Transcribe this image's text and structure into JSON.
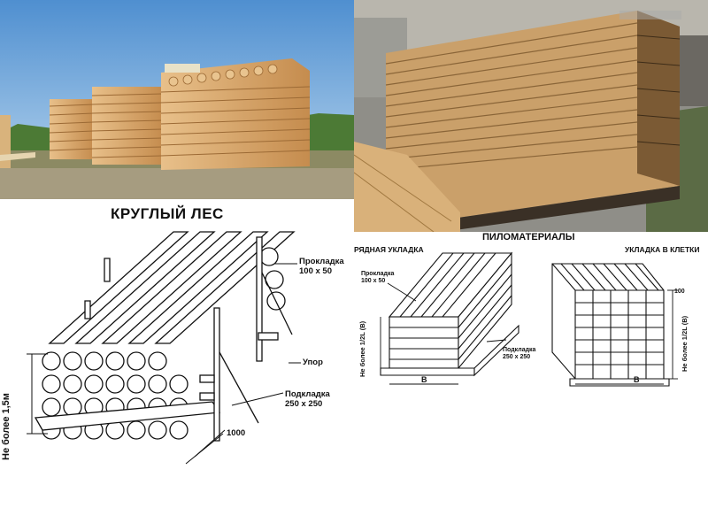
{
  "round_timber": {
    "title": "КРУГЛЫЙ ЛЕС",
    "labels": {
      "spacer": "Прокладка\n100 х 50",
      "stop": "Упор",
      "base": "Подкладка\n250 х 250",
      "width": "1000",
      "height": "Не более 1,5м"
    }
  },
  "lumber": {
    "title": "ПИЛОМАТЕРИАЛЫ",
    "row_stacking": "РЯДНАЯ УКЛАДКА",
    "cage_stacking": "УКЛАДКА В КЛЕТКИ",
    "labels": {
      "spacer": "Прокладка\n100 х 50",
      "base": "Подкладка\n250 х 250",
      "height_left": "Не более 1/2L (B)",
      "width_left": "В",
      "width_right": "В",
      "gap": "100",
      "height_right": "Не более 1/2L (B)"
    }
  },
  "colors": {
    "sky": "#7fb4e0",
    "grass": "#6a8f3a",
    "log": "#d9a668",
    "lumber": "#cfa26a",
    "ground": "#bfb29a"
  }
}
